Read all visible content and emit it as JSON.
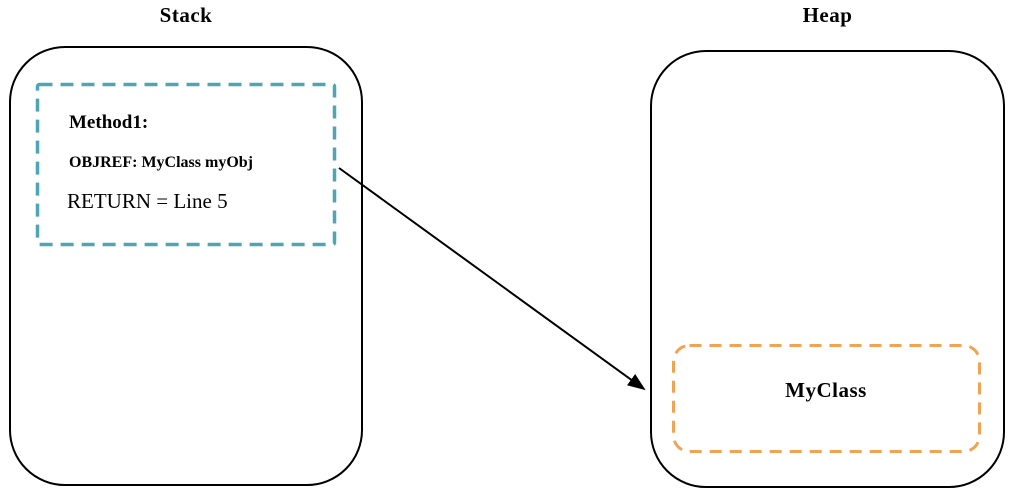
{
  "colors": {
    "background": "#ffffff",
    "container_border": "#000000",
    "stack_frame_border": "#4da6b2",
    "heap_object_border": "#f0a353",
    "arrow": "#000000"
  },
  "stack": {
    "title": "Stack",
    "frame": {
      "method_label": "Method1:",
      "objref_label": "OBJREF: MyClass myObj",
      "return_label": "RETURN = Line 5"
    }
  },
  "heap": {
    "title": "Heap",
    "object": {
      "label": "MyClass"
    }
  }
}
